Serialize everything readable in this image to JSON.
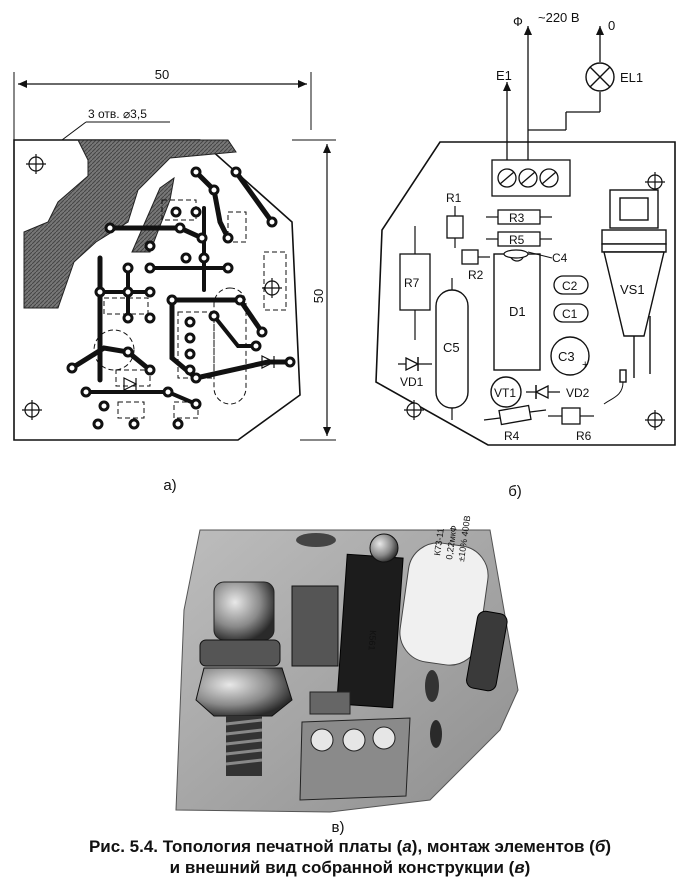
{
  "panel_a": {
    "label": "а)",
    "dim_width": "50",
    "dim_height": "50",
    "holes_note": "3 отв. ⌀3,5"
  },
  "panel_b": {
    "label": "б)",
    "supply_phase": "Ф",
    "supply_voltage": "~220 В",
    "supply_zero": "0",
    "lamp": "EL1",
    "electrode": "E1",
    "components": {
      "r1": "R1",
      "r2": "R2",
      "r3": "R3",
      "r4": "R4",
      "r5": "R5",
      "r6": "R6",
      "r7": "R7",
      "c1": "C1",
      "c2": "C2",
      "c3": "C3",
      "c3_polarity": "+",
      "c4": "C4",
      "c5": "C5",
      "d1": "D1",
      "vd1": "VD1",
      "vd2": "VD2",
      "vt1": "VT1",
      "vs1": "VS1"
    }
  },
  "panel_c": {
    "label": "в)",
    "capacitor_marking": [
      "К73-11",
      "0,22мкФ",
      "±10% 400В"
    ],
    "chip_marking": "К561"
  },
  "caption": {
    "line1_prefix": "Рис. 5.4. Топология печатной платы (",
    "a": "а",
    "line1_mid": "), монтаж элементов (",
    "b": "б",
    "line1_end": ")",
    "line2_prefix": "и внешний вид собранной конструкции (",
    "c": "в",
    "line2_end": ")"
  }
}
